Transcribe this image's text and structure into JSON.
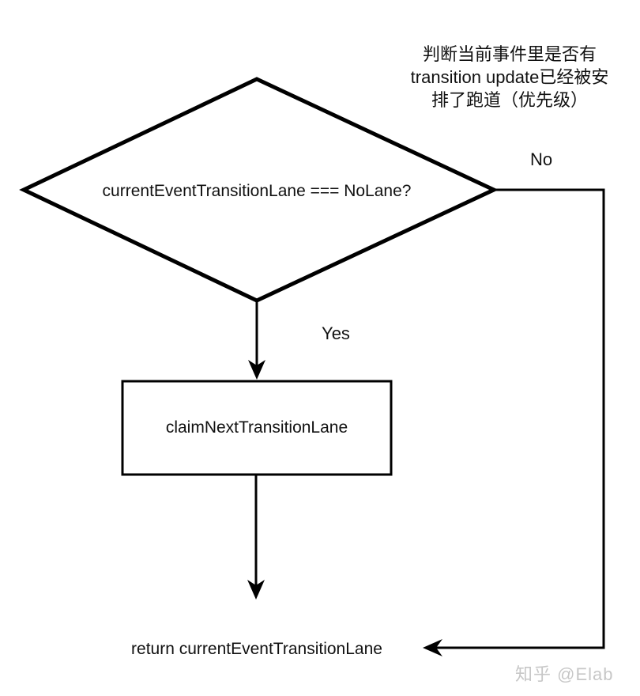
{
  "page": {
    "background": "#ffffff",
    "stroke_color": "#000000",
    "text_color": "#111111"
  },
  "annotation": {
    "lines": [
      "判断当前事件里是否有",
      "transition update已经被安",
      "排了跑道（优先级）"
    ]
  },
  "flowchart": {
    "decision": {
      "label": "currentEventTransitionLane === NoLane?"
    },
    "edges": {
      "no_label": "No",
      "yes_label": "Yes"
    },
    "process": {
      "label": "claimNextTransitionLane"
    },
    "terminal": {
      "label": "return currentEventTransitionLane"
    }
  },
  "watermark": {
    "text": "知乎 @Elab",
    "color": "#c7c7c7"
  }
}
